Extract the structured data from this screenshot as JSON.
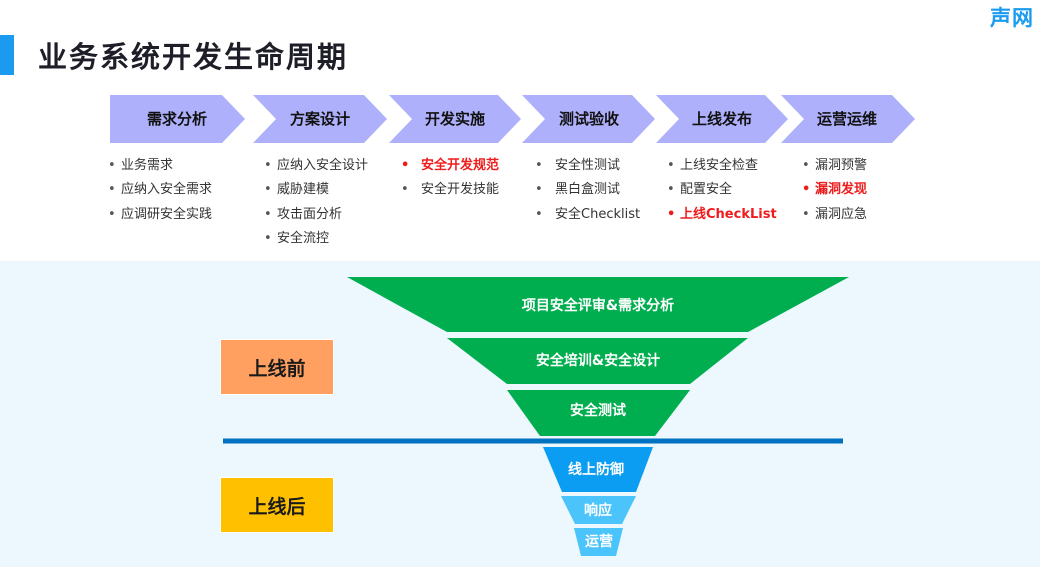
{
  "brand": "声网",
  "title": "业务系统开发生命周期",
  "colors": {
    "accent": "#1a9bf0",
    "chevron": "#aeb0fb",
    "green": "#00ae4f",
    "blue": "#0b9df2",
    "light_blue": "#4ac4fb",
    "divider": "#0072c2",
    "before_box": "#ffa060",
    "after_box": "#ffc000",
    "highlight": "#ee1c1c"
  },
  "stages": [
    {
      "label": "需求分析",
      "items": [
        {
          "text": "业务需求",
          "highlight": false
        },
        {
          "text": "应纳入安全需求",
          "highlight": false
        },
        {
          "text": "应调研安全实践",
          "highlight": false
        }
      ]
    },
    {
      "label": "方案设计",
      "items": [
        {
          "text": "应纳入安全设计",
          "highlight": false
        },
        {
          "text": "威胁建模",
          "highlight": false
        },
        {
          "text": "攻击面分析",
          "highlight": false
        },
        {
          "text": "安全流控",
          "highlight": false
        }
      ]
    },
    {
      "label": "开发实施",
      "items": [
        {
          "text": "安全开发规范",
          "highlight": true
        },
        {
          "text": "安全开发技能",
          "highlight": false
        }
      ]
    },
    {
      "label": "测试验收",
      "items": [
        {
          "text": "安全性测试",
          "highlight": false
        },
        {
          "text": "黑白盒测试",
          "highlight": false
        },
        {
          "text": "安全Checklist",
          "highlight": false
        }
      ]
    },
    {
      "label": "上线发布",
      "items": [
        {
          "text": "上线安全检查",
          "highlight": false
        },
        {
          "text": "配置安全",
          "highlight": false
        },
        {
          "text": "上线CheckList",
          "highlight": true
        }
      ]
    },
    {
      "label": "运营运维",
      "items": [
        {
          "text": "漏洞预警",
          "highlight": false
        },
        {
          "text": "漏洞发现",
          "highlight": true
        },
        {
          "text": "漏洞应急",
          "highlight": false
        }
      ]
    }
  ],
  "bullet": "•",
  "phases": {
    "before": "上线前",
    "after": "上线后"
  },
  "funnel": {
    "before": [
      "项目安全评审&需求分析",
      "安全培训&安全设计",
      "安全测试"
    ],
    "after": [
      "线上防御",
      "响应",
      "运营"
    ]
  }
}
